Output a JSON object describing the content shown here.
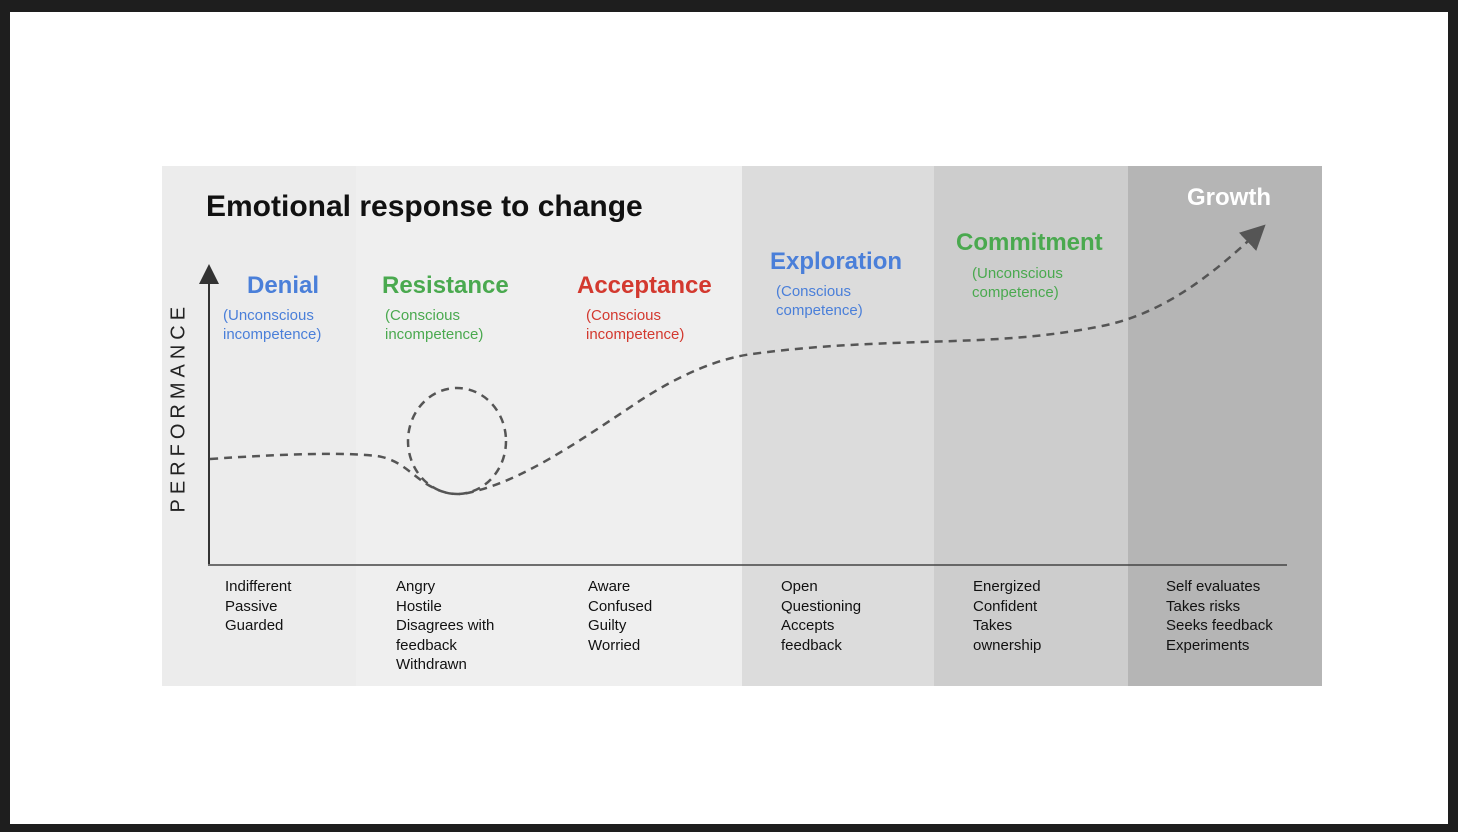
{
  "title": "Emotional response to change",
  "y_axis_label": "PERFORMANCE",
  "stages": [
    {
      "name": "Denial",
      "subtitle": "(Unconscious\nincompetence)",
      "color": "#4a7fd9",
      "traits": [
        "Indifferent",
        "Passive",
        "Guarded"
      ],
      "band_color": "#ececec"
    },
    {
      "name": "Resistance",
      "subtitle": "(Conscious\nincompetence)",
      "color": "#4aa94f",
      "traits": [
        "Angry",
        "Hostile",
        "Disagrees with",
        "feedback",
        "Withdrawn"
      ],
      "band_color": "#efefef"
    },
    {
      "name": "Acceptance",
      "subtitle": "(Conscious\nincompetence)",
      "color": "#d3392f",
      "traits": [
        "Aware",
        "Confused",
        "Guilty",
        "Worried"
      ],
      "band_color": "#efefef"
    },
    {
      "name": "Exploration",
      "subtitle": "(Conscious\ncompetence)",
      "color": "#4a7fd9",
      "traits": [
        "Open",
        "Questioning",
        "Accepts",
        "feedback"
      ],
      "band_color": "#dcdcdc"
    },
    {
      "name": "Commitment",
      "subtitle": "(Unconscious\ncompetence)",
      "color": "#4aa94f",
      "traits": [
        "Energized",
        "Confident",
        "Takes",
        "ownership"
      ],
      "band_color": "#cdcdcd"
    },
    {
      "name": "Growth",
      "subtitle": "",
      "color": "#ffffff",
      "traits": [
        "Self evaluates",
        "Takes risks",
        "Seeks feedback",
        "Experiments"
      ],
      "band_color": "#b5b5b5"
    }
  ]
}
